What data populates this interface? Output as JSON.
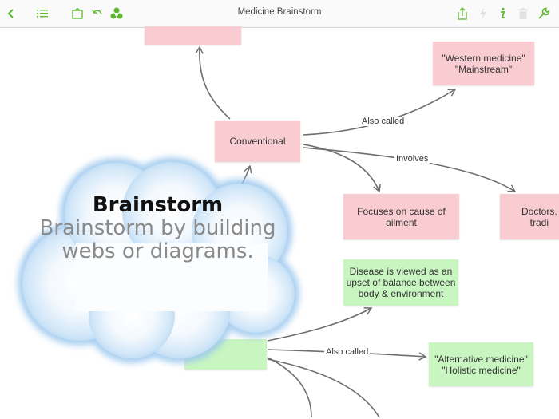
{
  "app": {
    "document_title": "Medicine Brainstorm",
    "accent_color": "#5cb82e"
  },
  "toolbar": {
    "left_icons": [
      "back-chevron-icon",
      "outline-list-icon",
      "topic-box-icon",
      "undo-icon",
      "branches-icon"
    ],
    "right_icons": [
      "share-icon",
      "quick-entry-bolt-icon",
      "inspector-info-icon",
      "trash-icon",
      "settings-wrench-icon"
    ]
  },
  "nodes": {
    "top_partial": "",
    "conventional": "Conventional",
    "western": "\"Western medicine\"\n\"Mainstream\"",
    "focuses": "Focuses on cause of\nailment",
    "doctors": "Doctors,\ntradi",
    "disease": "Disease is viewed as an\nupset of balance between\nbody & environment",
    "alternative": "\"Alternative medicine\"\n\"Holistic medicine\"",
    "green_partial": ""
  },
  "edge_labels": {
    "also_called_1": "Also called",
    "involves": "Involves",
    "also_called_2": "Also called"
  },
  "overlay": {
    "title": "Brainstorm",
    "subtitle": "Brainstorm by building webs or diagrams."
  },
  "colors": {
    "pink_node": "#f9ccd2",
    "green_node": "#c9f5c1",
    "arrow": "#6e6e6e"
  }
}
